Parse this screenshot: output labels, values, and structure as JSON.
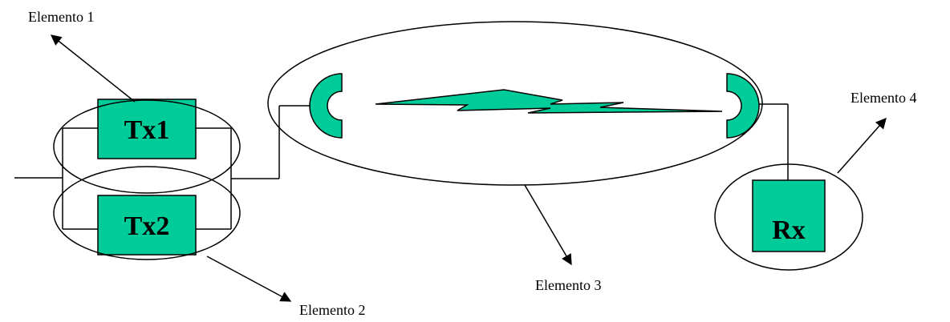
{
  "colors": {
    "component_fill": "#00cc99",
    "outline": "#000000",
    "background": "#ffffff"
  },
  "boxes": {
    "tx1": "Tx1",
    "tx2": "Tx2",
    "rx": "Rx"
  },
  "callouts": {
    "element1": "Elemento 1",
    "element2": "Elemento 2",
    "element3": "Elemento 3",
    "element4": "Elemento 4"
  },
  "icons": {
    "transmit_antenna": "dish-antenna-icon",
    "receive_antenna": "dish-antenna-icon",
    "radio_link": "lightning-bolt-icon"
  }
}
